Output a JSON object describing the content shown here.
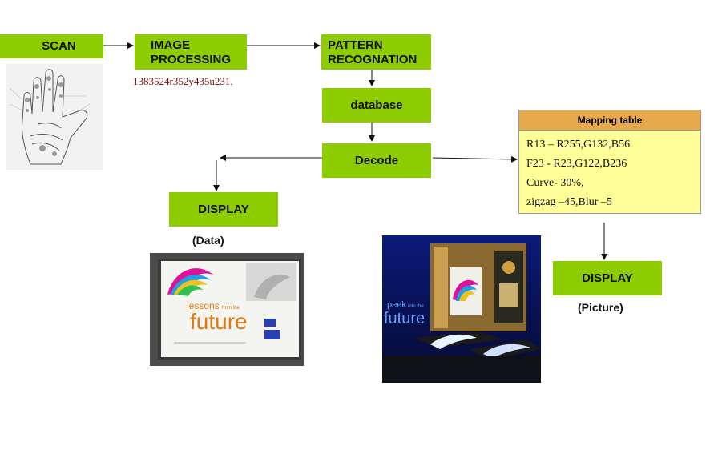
{
  "nodes": {
    "scan": "SCAN",
    "image_processing_line1": "IMAGE",
    "image_processing_line2": "PROCESSING",
    "pattern_line1": "PATTERN",
    "pattern_line2": "RECOGNATION",
    "database": "database",
    "decode": "Decode",
    "display_data": "DISPLAY",
    "display_picture": "DISPLAY"
  },
  "code_string": "1383524r352y435u231.",
  "captions": {
    "data": "(Data)",
    "picture": "(Picture)"
  },
  "mapping_table": {
    "title": "Mapping table",
    "rows": [
      "R13 – R255,G132,B56",
      "F23 - R23,G122,B236",
      "Curve- 30%,",
      "zigzag –45,Blur –5"
    ]
  },
  "screen_text": {
    "lessons": "lessons",
    "from_the": "from the",
    "future": "future",
    "peek": "peek",
    "into_the": "into the",
    "future2": "future"
  },
  "colors": {
    "box_green": "#8ccc00",
    "table_header": "#e8a84c",
    "table_body": "#ffff99"
  }
}
